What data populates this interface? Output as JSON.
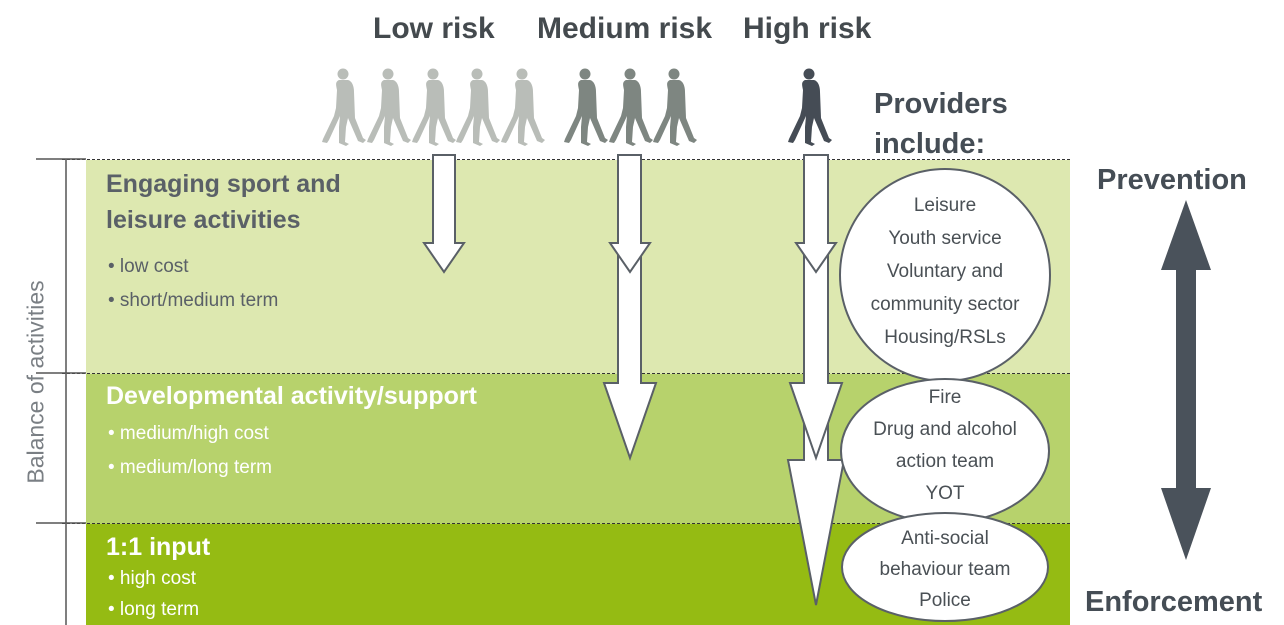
{
  "risk_levels": {
    "low": "Low risk",
    "medium": "Medium risk",
    "high": "High risk"
  },
  "providers_heading": [
    "Providers",
    "include:"
  ],
  "vertical_label": "Balance of activities",
  "scale": {
    "top": "Prevention",
    "bottom": "Enforcement"
  },
  "bands": [
    {
      "title": [
        "Engaging sport and",
        "leisure activities"
      ],
      "bullets": [
        "• low cost",
        "• short/medium term"
      ]
    },
    {
      "title": [
        "Developmental activity/support"
      ],
      "bullets": [
        "• medium/high cost",
        "• medium/long term"
      ]
    },
    {
      "title": [
        "1:1 input"
      ],
      "bullets": [
        "• high cost",
        "• long term"
      ]
    }
  ],
  "providers": [
    [
      "Leisure",
      "Youth service",
      "Voluntary and",
      "community sector",
      "Housing/RSLs"
    ],
    [
      "Fire",
      "Drug and alcohol",
      "action team",
      "YOT"
    ],
    [
      "Anti-social",
      "behaviour team",
      "Police"
    ]
  ],
  "colors": {
    "band_top": "#dde8b0",
    "band_mid": "#b7d26c",
    "band_bot": "#95bb13",
    "figure_low": "#b9bdb8",
    "figure_medium": "#7e8681",
    "figure_high": "#454c55",
    "arrow_double": "#4a525b"
  },
  "icons": [
    "walking-person-icon",
    "down-arrow-icon",
    "double-headed-arrow-icon"
  ]
}
